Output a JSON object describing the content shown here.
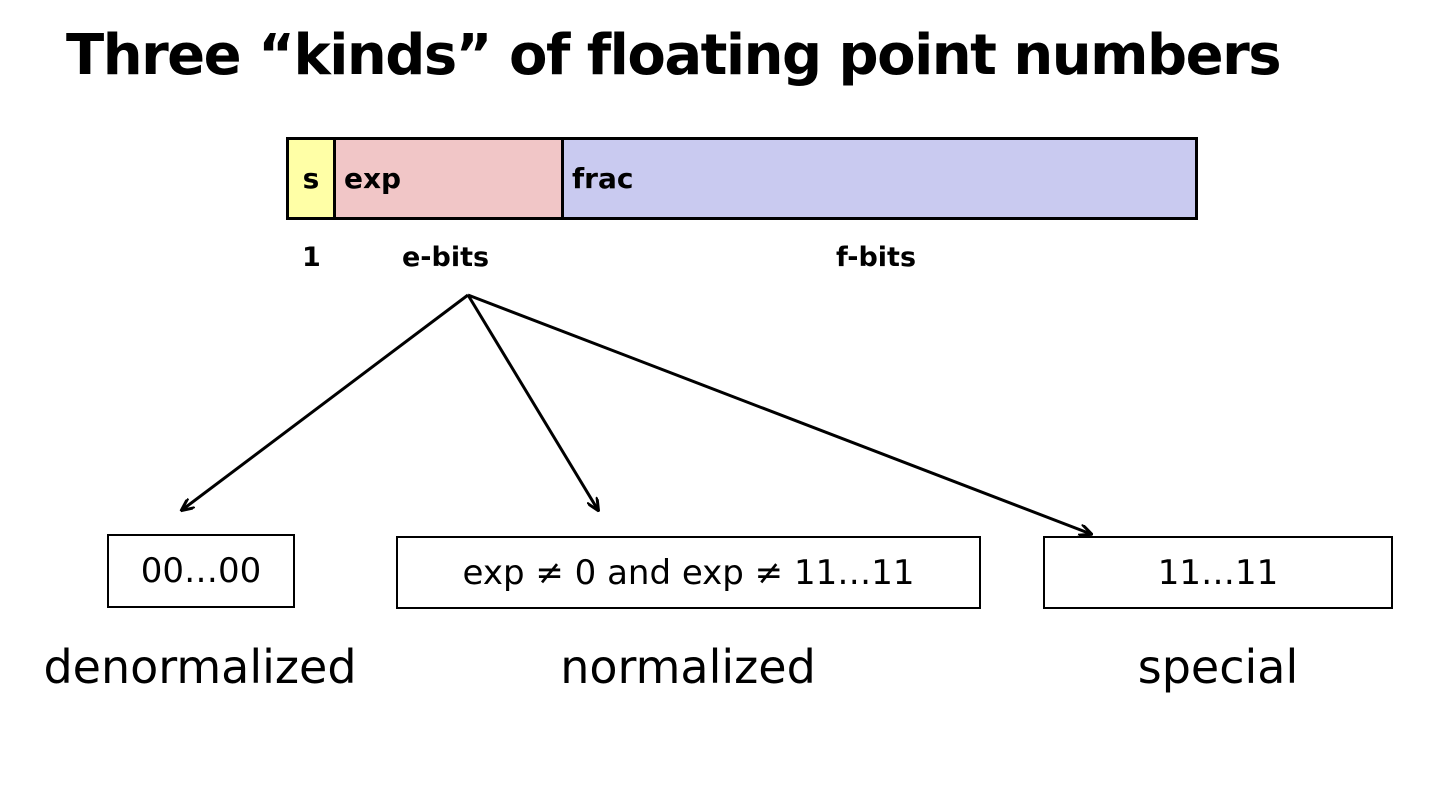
{
  "title": "Three “kinds” of floating point numbers",
  "fields": {
    "s": "s",
    "exp": "exp",
    "frac": "frac"
  },
  "bit_labels": {
    "s": "1",
    "exp": "e-bits",
    "frac": "f-bits"
  },
  "cases": [
    {
      "pattern": "00…00",
      "kind": "denormalized"
    },
    {
      "pattern": "exp ≠ 0 and exp ≠ 11…11",
      "kind": "normalized"
    },
    {
      "pattern": "11…11",
      "kind": "special"
    }
  ],
  "colors": {
    "sign_field": "#ffffa6",
    "exp_field": "#f1c6c7",
    "frac_field": "#c9caf0"
  }
}
